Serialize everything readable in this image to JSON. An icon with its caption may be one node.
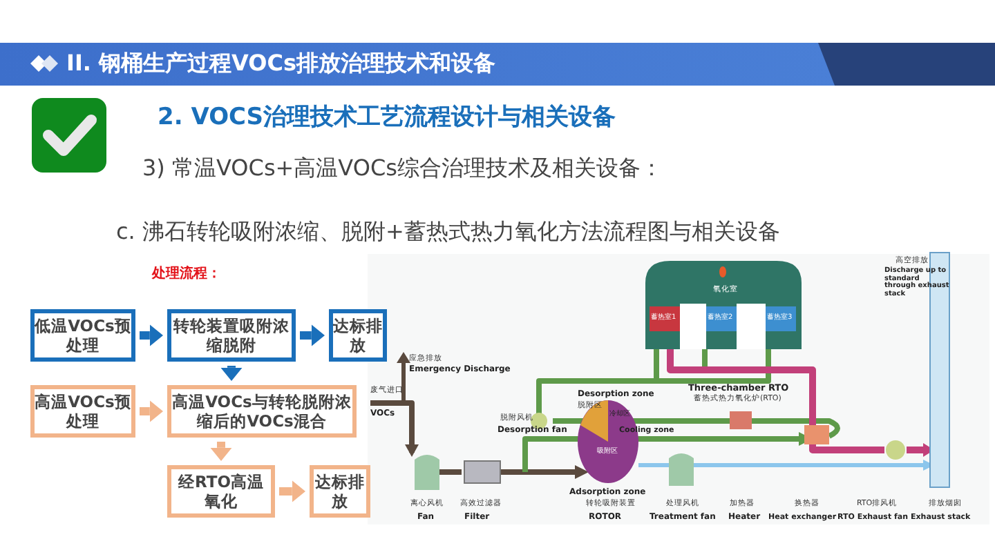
{
  "diagram": {
    "title": "II.  钢桶生产过程VOCs排放治理技术和设备",
    "nodes": [
      {
        "text": [
          "低温VOCs预处理"
        ]
      },
      {
        "text": [
          "转轮装置吸附浓缩脱附"
        ]
      },
      {
        "text": [
          "达标排放"
        ]
      },
      {
        "text": [
          "高温VOCs预处理"
        ]
      },
      {
        "text": [
          "高温VOCs与转轮脱附浓缩后的VOCs混合"
        ]
      },
      {
        "text": [
          "经RTO高温氧化"
        ]
      },
      {
        "text": [
          "达标排放"
        ]
      }
    ],
    "edges": [
      {
        "from": 0,
        "to": 1,
        "arrow": "to",
        "color": "#1a6fba"
      },
      {
        "from": 1,
        "to": 2,
        "arrow": "to",
        "color": "#1a6fba"
      },
      {
        "from": 1,
        "to": 4,
        "arrow": "to",
        "color": "#1a6fba"
      },
      {
        "from": 3,
        "to": 4,
        "arrow": "to",
        "color": "#f2b48a"
      },
      {
        "from": 4,
        "to": 5,
        "arrow": "to",
        "color": "#f2b48a"
      },
      {
        "from": 5,
        "to": 6,
        "arrow": "to",
        "color": "#f2b48a"
      }
    ],
    "labels": [
      "2.  VOCS治理技术工艺流程设计与相关设备",
      "3)  常温VOCs+高温VOCs综合治理技术及相关设备：",
      "c.    沸石转轮吸附浓缩、脱附+蓄热式热力氧化方法流程图与相关设备",
      "处理流程：",
      "高空排放",
      "Discharge up to standard through exhaust stack",
      "氧化室",
      "蓄热室1",
      "蓄热室2",
      "蓄热室3",
      "应急排放",
      "Emergency Discharge",
      "废气进口",
      "VOCs",
      "Three-chamber RTO",
      "蓄热式热力氧化炉(RTO)",
      "脱附风机",
      "Desorption fan",
      "Desorption zone",
      "脱附区",
      "冷却区",
      "Cooling zone",
      "吸附区",
      "Adsorption zone",
      "离心风机",
      "Fan",
      "高效过滤器",
      "Filter",
      "转轮吸附装置",
      "ROTOR",
      "处理风机",
      "Treatment fan",
      "加热器",
      "Heater",
      "换热器",
      "Heat exchanger",
      "RTO排风机",
      "RTO Exhaust fan",
      "排放烟囱",
      "Exhaust stack"
    ]
  }
}
